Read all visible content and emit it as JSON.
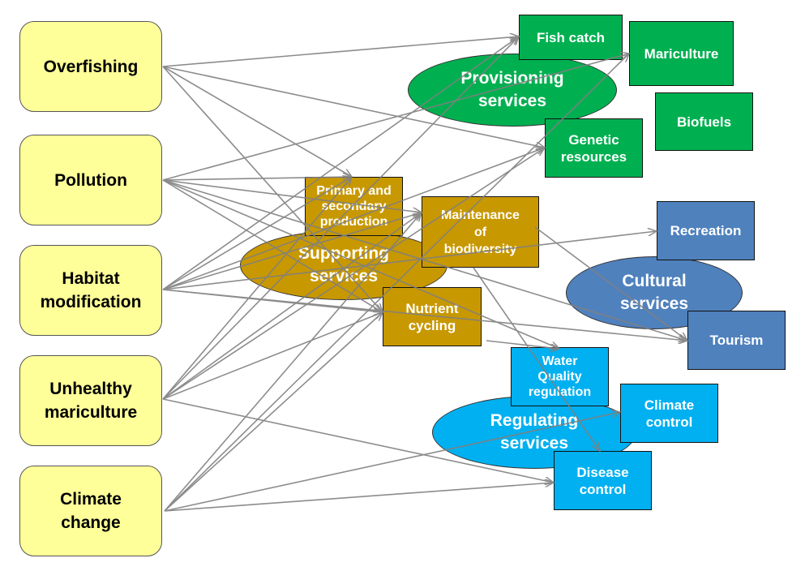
{
  "drivers": [
    {
      "id": "overfishing",
      "label": "Overfishing"
    },
    {
      "id": "pollution",
      "label": "Pollution"
    },
    {
      "id": "habitat",
      "label": "Habitat\nmodification"
    },
    {
      "id": "mariculture-unhealthy",
      "label": "Unhealthy\nmariculture"
    },
    {
      "id": "climate-change",
      "label": "Climate\nchange"
    }
  ],
  "service_groups": [
    {
      "id": "provisioning",
      "label": "Provisioning\nservices",
      "color": "#00b050"
    },
    {
      "id": "supporting",
      "label": "Supporting\nservices",
      "color": "#c89800"
    },
    {
      "id": "cultural",
      "label": "Cultural\nservices",
      "color": "#4f81bd"
    },
    {
      "id": "regulating",
      "label": "Regulating\nservices",
      "color": "#00b0f0"
    }
  ],
  "services": {
    "fish_catch": "Fish catch",
    "mariculture": "Mariculture",
    "biofuels": "Biofuels",
    "genetic": "Genetic\nresources",
    "primary": "Primary and\nsecondary\nproduction",
    "biodiversity": "Maintenance\nof\nbiodiversity",
    "nutrient": "Nutrient\ncycling",
    "recreation": "Recreation",
    "tourism": "Tourism",
    "water": "Water\nQuality\nregulation",
    "climate_control": "Climate\ncontrol",
    "disease": "Disease\ncontrol"
  },
  "colors": {
    "driver": "#ffff99",
    "arrow": "#808080"
  }
}
